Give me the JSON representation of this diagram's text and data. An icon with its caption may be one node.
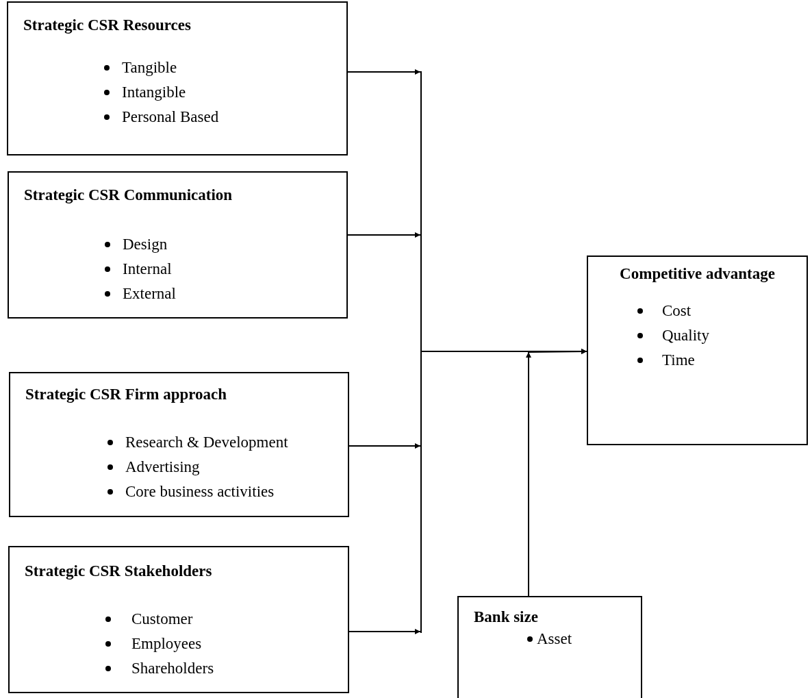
{
  "diagram": {
    "nodes": [
      {
        "text": [
          "Strategic CSR Resources",
          "Tangible",
          "Intangible",
          "Personal Based"
        ]
      },
      {
        "text": [
          "Strategic CSR Communication",
          "Design",
          "Internal",
          "External"
        ]
      },
      {
        "text": [
          "Strategic CSR Firm approach",
          "Research & Development",
          "Advertising",
          "Core business activities"
        ]
      },
      {
        "text": [
          "Strategic CSR Stakeholders",
          "Customer",
          "Employees",
          "Shareholders"
        ]
      },
      {
        "text": [],
        "shape": "bar"
      },
      {
        "text": [
          "Competitive advantage",
          "Cost",
          "Quality",
          "Time"
        ]
      },
      {
        "text": [
          "Bank size",
          "Asset"
        ]
      }
    ],
    "edges": [
      {
        "from": 0,
        "to": 4,
        "arrow": "to"
      },
      {
        "from": 1,
        "to": 4,
        "arrow": "to"
      },
      {
        "from": 2,
        "to": 4,
        "arrow": "to"
      },
      {
        "from": 3,
        "to": 4,
        "arrow": "to"
      },
      {
        "from": 4,
        "to": 5,
        "arrow": "to"
      },
      {
        "from": 6,
        "to": 5,
        "arrow": "to"
      }
    ]
  }
}
